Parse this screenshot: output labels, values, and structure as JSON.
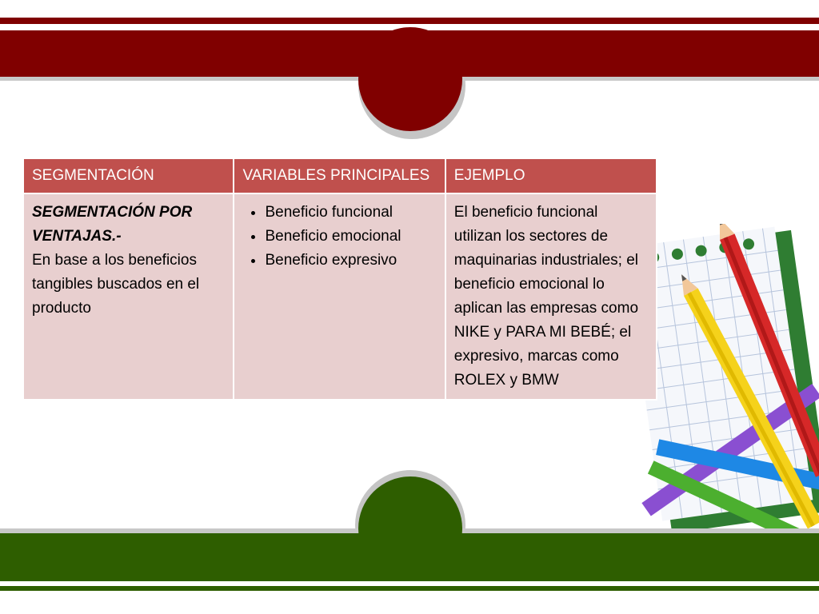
{
  "table": {
    "headers": [
      "SEGMENTACIÓN",
      "VARIABLES PRINCIPALES",
      "EJEMPLO"
    ],
    "row": {
      "title": "SEGMENTACIÓN POR VENTAJAS.-",
      "description": "En base a los beneficios tangibles buscados en el producto",
      "variables": [
        "Beneficio funcional",
        "Beneficio emocional",
        "Beneficio expresivo"
      ],
      "example": "El beneficio funcional utilizan los sectores de maquinarias industriales; el beneficio emocional lo aplican las empresas como NIKE y PARA MI BEBÉ; el expresivo, marcas como ROLEX y BMW"
    }
  },
  "decoration": {
    "top_color": "#800000",
    "bottom_color": "#2e5e00",
    "header_color": "#c0504d",
    "cell_color": "#e8cfcf",
    "art": "pencils-on-notepad-illustration"
  }
}
